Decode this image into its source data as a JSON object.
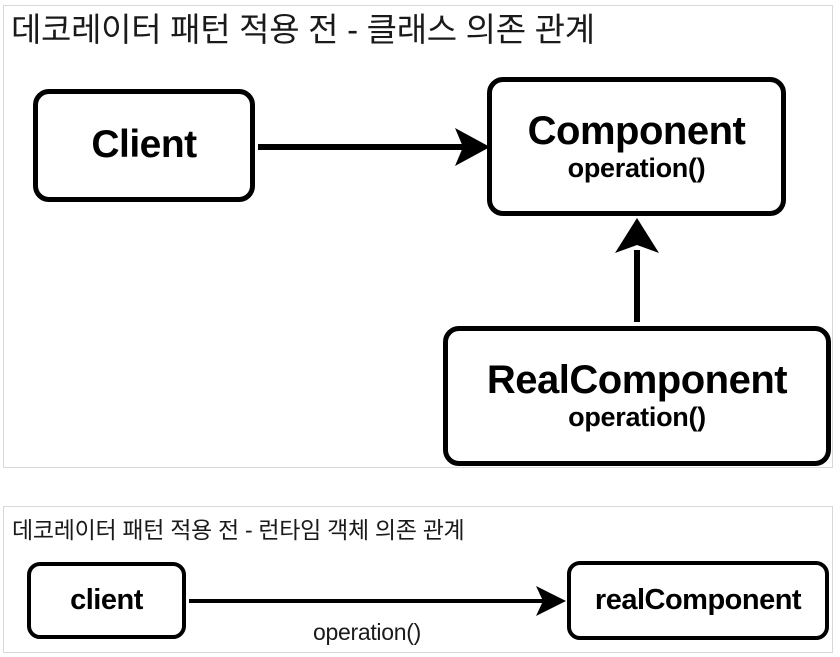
{
  "panels": [
    {
      "id": "class-diagram",
      "title": "데코레이터 패턴 적용 전 - 클래스 의존 관계",
      "nodes": [
        {
          "id": "client",
          "name": "Client",
          "operation": ""
        },
        {
          "id": "component",
          "name": "Component",
          "operation": "operation()"
        },
        {
          "id": "realComponent",
          "name": "RealComponent",
          "operation": "operation()"
        }
      ],
      "edges": [
        {
          "from": "client",
          "to": "component",
          "label": "",
          "style": "solid-filled-arrow",
          "direction": "right"
        },
        {
          "from": "realComponent",
          "to": "component",
          "label": "",
          "style": "solid-filled-arrow",
          "direction": "up"
        }
      ]
    },
    {
      "id": "runtime-diagram",
      "title": "데코레이터 패턴 적용 전 - 런타임 객체 의존 관계",
      "nodes": [
        {
          "id": "clientObj",
          "name": "client",
          "operation": ""
        },
        {
          "id": "realComponentObj",
          "name": "realComponent",
          "operation": ""
        }
      ],
      "edges": [
        {
          "from": "clientObj",
          "to": "realComponentObj",
          "label": "operation()",
          "style": "solid-filled-arrow",
          "direction": "right"
        }
      ]
    }
  ],
  "colors": {
    "background": "#ffffff",
    "panel_border": "#d8d8d8",
    "node_border": "#000000",
    "text": "#000000",
    "title_text": "#1a1a1a"
  }
}
